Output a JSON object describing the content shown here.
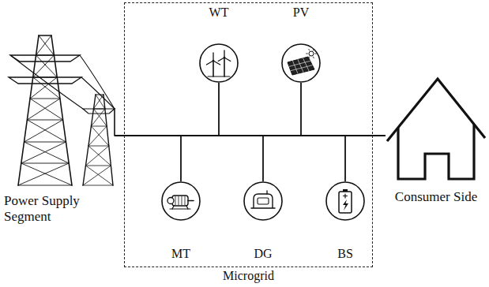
{
  "diagram": {
    "nodes": [
      {
        "text": [
          "Power Supply Segment"
        ]
      },
      {
        "text": [
          "Microgrid"
        ]
      },
      {
        "text": [
          "WT"
        ],
        "in": 1
      },
      {
        "text": [
          "PV"
        ],
        "in": 1
      },
      {
        "text": [
          "MT"
        ],
        "in": 1
      },
      {
        "text": [
          "DG"
        ],
        "in": 1
      },
      {
        "text": [
          "BS"
        ],
        "in": 1
      },
      {
        "text": [
          "Consumer Side"
        ]
      }
    ],
    "edges": [
      {
        "from": 0,
        "to": 7,
        "arrow": "none"
      },
      {
        "from": 2,
        "to": 7,
        "arrow": "none"
      },
      {
        "from": 3,
        "to": 7,
        "arrow": "none"
      },
      {
        "from": 4,
        "to": 7,
        "arrow": "none"
      },
      {
        "from": 5,
        "to": 7,
        "arrow": "none"
      },
      {
        "from": 6,
        "to": 7,
        "arrow": "none"
      }
    ]
  }
}
